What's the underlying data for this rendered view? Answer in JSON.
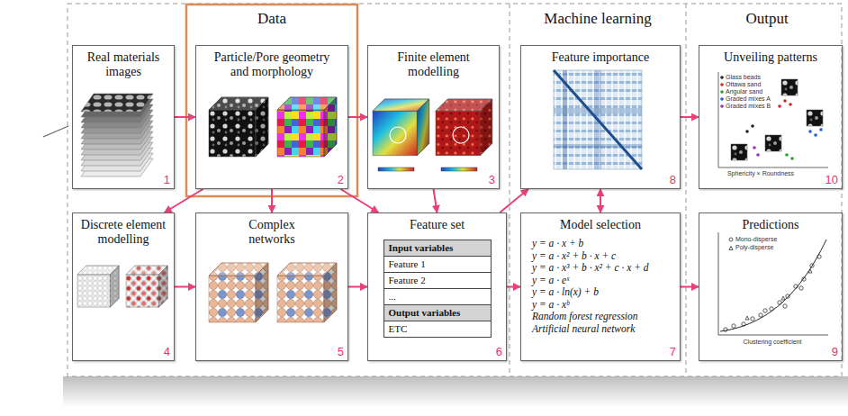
{
  "diagram": {
    "nodes": [
      {
        "text": [
          "Real materials images"
        ]
      },
      {
        "text": [
          "Particle/Pore geometry and morphology"
        ]
      },
      {
        "text": [
          "Finite element modelling"
        ]
      },
      {
        "text": [
          "Discrete element modelling"
        ]
      },
      {
        "text": [
          "Complex networks"
        ]
      },
      {
        "text": [
          "Feature set",
          "Input variables",
          "Feature 1",
          "Feature 2",
          "...",
          "Output variables",
          "ETC"
        ]
      },
      {
        "text": [
          "Model selection",
          "y = a · x + b",
          "y = a · x² + b · x + c",
          "y = a · x³ + b · x² + c · x + d",
          "y = a · eˣ",
          "y = a · ln(x) + b",
          "y = a · xᵇ",
          "Random forest regression",
          "Artificial neural network"
        ]
      },
      {
        "text": [
          "Feature importance"
        ]
      },
      {
        "text": [
          "Predictions"
        ]
      },
      {
        "text": [
          "Unveiling patterns"
        ]
      }
    ],
    "edges": [
      {
        "from": 0,
        "to": 1,
        "arrow": "to"
      },
      {
        "from": 1,
        "to": 2,
        "arrow": "to"
      },
      {
        "from": 1,
        "to": 3,
        "arrow": "to"
      },
      {
        "from": 1,
        "to": 4,
        "arrow": "to"
      },
      {
        "from": 1,
        "to": 5,
        "arrow": "to"
      },
      {
        "from": 2,
        "to": 5,
        "arrow": "to"
      },
      {
        "from": 3,
        "to": 4,
        "arrow": "to"
      },
      {
        "from": 4,
        "to": 5,
        "arrow": "to"
      },
      {
        "from": 5,
        "to": 7,
        "arrow": "to"
      },
      {
        "from": 5,
        "to": 6,
        "arrow": "to"
      },
      {
        "from": 7,
        "to": 6,
        "arrow": "both"
      },
      {
        "from": 7,
        "to": 9,
        "arrow": "to"
      },
      {
        "from": 6,
        "to": 8,
        "arrow": "to"
      }
    ],
    "labels": [
      "Data",
      "Machine learning",
      "Output",
      "1",
      "2",
      "3",
      "4",
      "5",
      "6",
      "7",
      "8",
      "9",
      "10",
      "Glass beads",
      "Ottawa sand",
      "Angular sand",
      "Graded mixes A",
      "Graded mixes B",
      "Sphericity × Roundness",
      "Mono-disperse",
      "Poly-disperse",
      "Clustering coefficient"
    ]
  }
}
